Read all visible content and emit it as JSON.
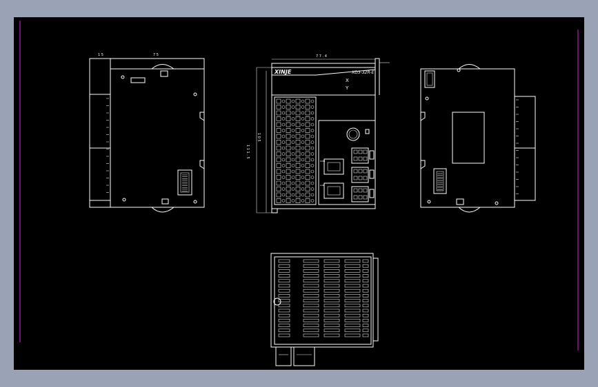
{
  "colors": {
    "frame": "#9aa3b5",
    "background": "#000000",
    "line": "#ffffff",
    "border": "#e020e0"
  },
  "left_view": {
    "dim_a": "1 5",
    "dim_b": "7 5"
  },
  "front_view": {
    "brand": "XINJE",
    "model": "XD3-32R-E",
    "indicator_x": "X",
    "indicator_y": "Y",
    "dim_width": "7 7 . 4",
    "dim_height_outer": "1 1 1 . 5",
    "dim_height_inner": "1 0 5",
    "port_label_a": "COM",
    "port_label_b": "LAN"
  }
}
